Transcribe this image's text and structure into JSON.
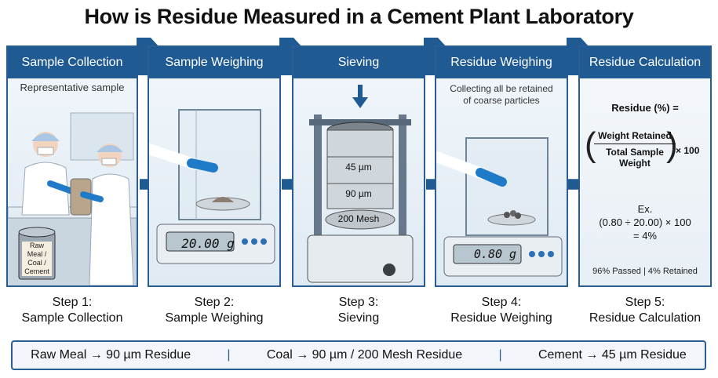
{
  "title": "How is Residue Measured in a Cement Plant Laboratory",
  "panels": [
    {
      "header": "Sample Collection",
      "sub": "Representative sample",
      "jar_label": "Raw Meal / Coal / Cement"
    },
    {
      "header": "Sample Weighing",
      "display": "20.00 g"
    },
    {
      "header": "Sieving",
      "sieves": [
        "45 µm",
        "90 µm",
        "200 Mesh"
      ]
    },
    {
      "header": "Residue Weighing",
      "sub1": "Collecting all be retained",
      "sub2": "of coarse particles",
      "display": "0.80 g"
    },
    {
      "header": "Residue Calculation",
      "formula_title": "Residue (%) =",
      "numerator": "Weight Retained",
      "denominator": "Total Sample Weight",
      "times": "× 100",
      "ex1": "Ex.",
      "ex2": "(0.80 ÷ 20.00) × 100",
      "ex3": "= 4%",
      "result": "96% Passed | 4% Retained"
    }
  ],
  "steps": [
    {
      "num": "Step 1:",
      "name": "Sample Collection"
    },
    {
      "num": "Step 2:",
      "name": "Sample Weighing"
    },
    {
      "num": "Step 3:",
      "name": "Sieving"
    },
    {
      "num": "Step 4:",
      "name": "Residue Weighing"
    },
    {
      "num": "Step 5:",
      "name": "Residue Calculation"
    }
  ],
  "bottom": {
    "item1": "Raw Meal → 90 µm Residue",
    "item2": "Coal → 90 µm / 200 Mesh Residue",
    "item3": "Cement → 45 µm Residue",
    "sep": "|"
  }
}
